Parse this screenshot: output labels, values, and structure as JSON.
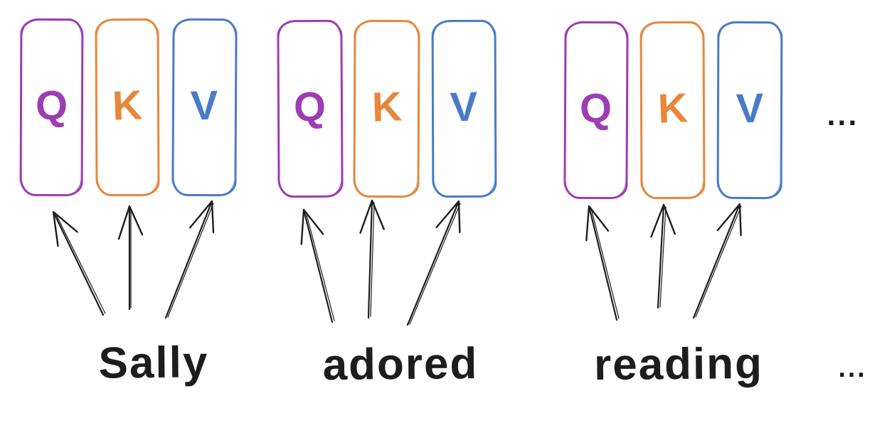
{
  "diagram": {
    "colors": {
      "query": "#9d3db3",
      "key": "#e6873c",
      "value": "#4a7bc9",
      "ink": "#1d1d1d"
    },
    "ellipsis_top": "...",
    "ellipsis_bottom": "...",
    "groups": [
      {
        "word": "Sally",
        "boxes": [
          {
            "label": "Q",
            "role": "query",
            "color": "#9d3db3"
          },
          {
            "label": "K",
            "role": "key",
            "color": "#e6873c"
          },
          {
            "label": "V",
            "role": "value",
            "color": "#4a7bc9"
          }
        ]
      },
      {
        "word": "adored",
        "boxes": [
          {
            "label": "Q",
            "role": "query",
            "color": "#9d3db3"
          },
          {
            "label": "K",
            "role": "key",
            "color": "#e6873c"
          },
          {
            "label": "V",
            "role": "value",
            "color": "#4a7bc9"
          }
        ]
      },
      {
        "word": "reading",
        "boxes": [
          {
            "label": "Q",
            "role": "query",
            "color": "#9d3db3"
          },
          {
            "label": "K",
            "role": "key",
            "color": "#e6873c"
          },
          {
            "label": "V",
            "role": "value",
            "color": "#4a7bc9"
          }
        ]
      }
    ]
  }
}
